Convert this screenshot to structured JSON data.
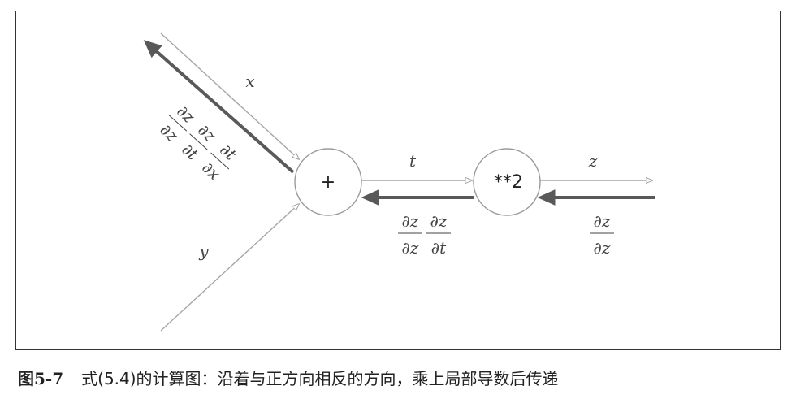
{
  "nodes": {
    "add": {
      "label": "+"
    },
    "square": {
      "label": "**2"
    }
  },
  "edges": {
    "x": {
      "label": "x"
    },
    "y": {
      "label": "y"
    },
    "t": {
      "label": "t"
    },
    "z": {
      "label": "z"
    }
  },
  "backprop": {
    "out": {
      "num": "∂z",
      "den": "∂z"
    },
    "mid": {
      "num1": "∂z",
      "den1": "∂z",
      "num2": "∂z",
      "den2": "∂t"
    },
    "x": {
      "num1": "∂z",
      "den1": "∂z",
      "num2": "∂z",
      "den2": "∂t",
      "num3": "∂t",
      "den3": "∂x"
    }
  },
  "caption": {
    "number": "图5-7",
    "text": "式(5.4)的计算图：沿着与正方向相反的方向，乘上局部导数后传递"
  },
  "colors": {
    "forward_arrow": "#a6a6a6",
    "backward_arrow": "#595959",
    "node_stroke": "#9a9a9a"
  }
}
